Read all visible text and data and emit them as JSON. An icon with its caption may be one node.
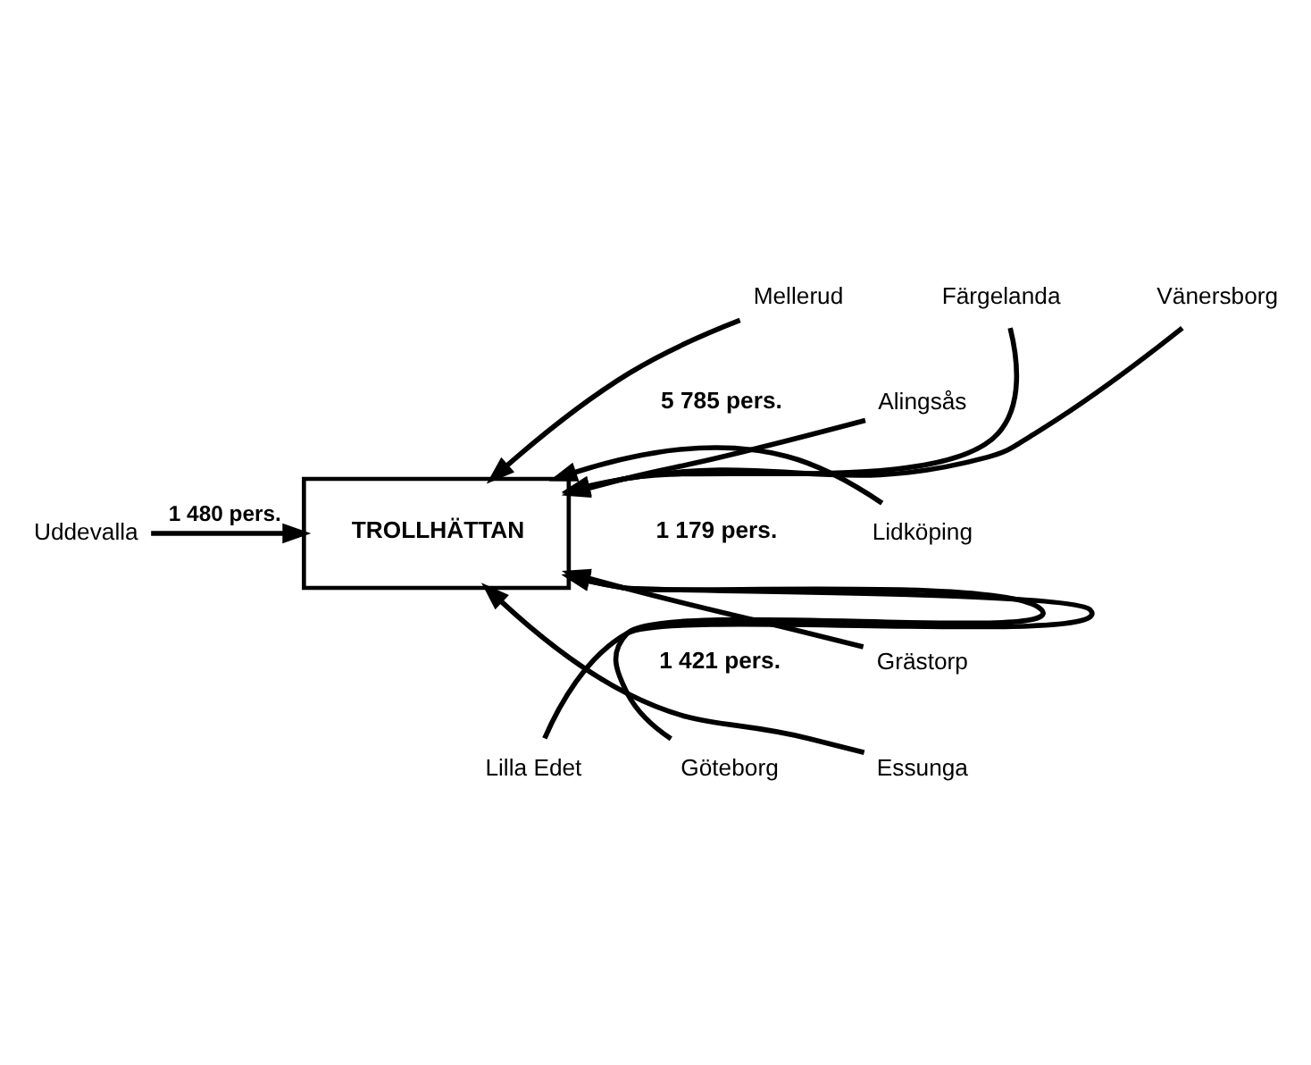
{
  "diagram": {
    "nodes": [
      {
        "text": [
          "Mellerud"
        ]
      },
      {
        "text": [
          "Färgelanda"
        ]
      },
      {
        "text": [
          "Vänersborg"
        ]
      },
      {
        "text": [
          "Uddevalla"
        ]
      },
      {
        "text": [
          "TROLLHÄTTAN"
        ]
      },
      {
        "text": [
          "Alingsås"
        ]
      },
      {
        "text": [
          "Lidköping"
        ]
      },
      {
        "text": [
          "Grästorp"
        ]
      },
      {
        "text": [
          "Essunga"
        ]
      },
      {
        "text": [
          "Lilla Edet"
        ]
      },
      {
        "text": [
          "Göteborg"
        ]
      }
    ],
    "edges": [
      {
        "from": 0,
        "to": 4,
        "arrow": "to"
      },
      {
        "from": 1,
        "to": 4,
        "arrow": "to"
      },
      {
        "from": 2,
        "to": 4,
        "arrow": "to"
      },
      {
        "from": 3,
        "to": 4,
        "arrow": "to",
        "label": "1 480 pers."
      },
      {
        "from": 5,
        "to": 4,
        "arrow": "to"
      },
      {
        "from": 6,
        "to": 4,
        "arrow": "to"
      },
      {
        "from": 7,
        "to": 4,
        "arrow": "to"
      },
      {
        "from": 8,
        "to": 4,
        "arrow": "to"
      },
      {
        "from": 9,
        "to": 4,
        "arrow": "to"
      },
      {
        "from": 10,
        "to": 4,
        "arrow": "to"
      }
    ],
    "labels": [
      "5 785 pers.",
      "1 179 pers.",
      "1 421 pers."
    ]
  }
}
